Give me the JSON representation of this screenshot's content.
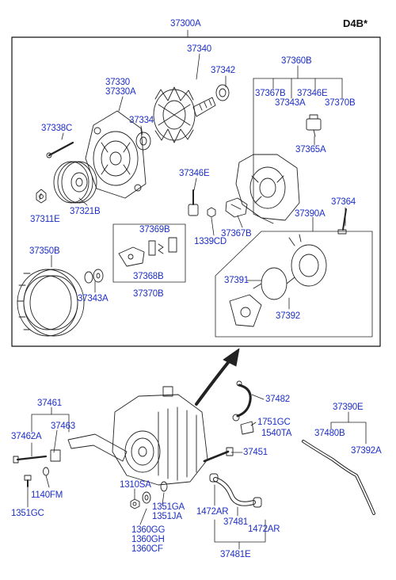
{
  "diagram": {
    "engine_code": "D4B*",
    "labels": {
      "l37300A": "37300A",
      "l37340": "37340",
      "l37342": "37342",
      "l37330": "37330",
      "l37330A": "37330A",
      "l37334": "37334",
      "l37338C": "37338C",
      "l37321B": "37321B",
      "l37311E": "37311E",
      "l37360B": "37360B",
      "l37367B_top": "37367B",
      "l37343A_top": "37343A",
      "l37346E_top": "37346E",
      "l37370B_top": "37370B",
      "l37365A": "37365A",
      "l37346E": "37346E",
      "l37364": "37364",
      "l37369B": "37369B",
      "l1339CD": "1339CD",
      "l37367B": "37367B",
      "l37390A": "37390A",
      "l37350B": "37350B",
      "l37343A": "37343A",
      "l37368B": "37368B",
      "l37370B": "37370B",
      "l37391": "37391",
      "l37392": "37392",
      "l37461": "37461",
      "l37462A": "37462A",
      "l37463": "37463",
      "l1140FM": "1140FM",
      "l1351GC": "1351GC",
      "l1310SA": "1310SA",
      "l1351GA": "1351GA",
      "l1351JA": "1351JA",
      "l1360GG": "1360GG",
      "l1360GH": "1360GH",
      "l1360CF": "1360CF",
      "l37482": "37482",
      "l1751GC": "1751GC",
      "l1540TA": "1540TA",
      "l37451": "37451",
      "l1472AR_a": "1472AR",
      "l37481": "37481",
      "l1472AR_b": "1472AR",
      "l37481E": "37481E",
      "l37390E": "37390E",
      "l37480B": "37480B",
      "l37392A": "37392A"
    }
  }
}
